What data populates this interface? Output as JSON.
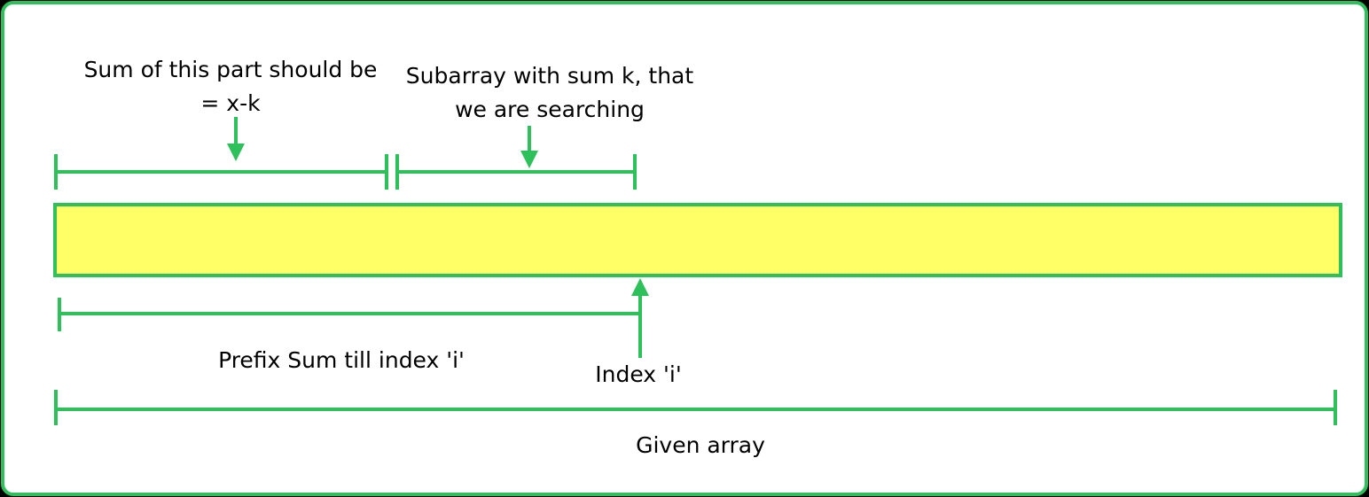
{
  "colors": {
    "frame_stroke": "#2ec05a",
    "frame_fill": "#ffffff",
    "array_fill": "#ffff66",
    "line": "#2ec05a",
    "text": "#000000"
  },
  "labels": {
    "sum_part_line1": "Sum of this part should be",
    "sum_part_line2": "= x-k",
    "subarray_line1": "Subarray with sum k, that",
    "subarray_line2": "we are searching",
    "prefix_sum": "Prefix Sum till index 'i'",
    "index_i": "Index 'i'",
    "given_array": "Given array"
  }
}
